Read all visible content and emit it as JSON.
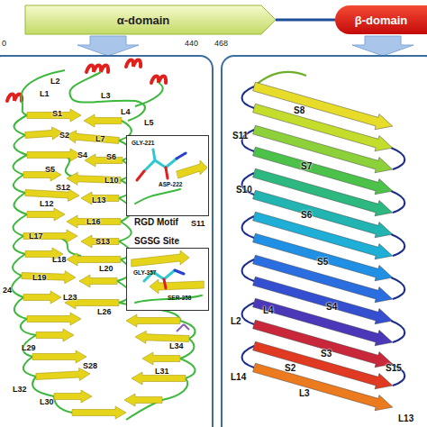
{
  "diagram": {
    "nodes": [
      {
        "text": [
          "α-domain"
        ]
      },
      {
        "text": [
          "β-domain"
        ]
      },
      {
        "text": [
          "RGD Motif"
        ]
      },
      {
        "text": [
          "SGSG Site"
        ]
      }
    ],
    "labels": [
      "0",
      "440",
      "468",
      "L2",
      "L1",
      "L3",
      "S1",
      "L4",
      "S2",
      "L5",
      "L7",
      "S4",
      "S5",
      "S6",
      "L10",
      "S12",
      "L12",
      "L13",
      "L16",
      "S11",
      "L17",
      "S13",
      "L18",
      "L20",
      "L19",
      "24",
      "L23",
      "L26",
      "L29",
      "L34",
      "S28",
      "L31",
      "L32",
      "L30",
      "GLY-221",
      "ASP-222",
      "GLY-357",
      "SER-358",
      "S11",
      "S10",
      "S8",
      "S7",
      "S6",
      "S5",
      "S4",
      "L2",
      "L4",
      "S15",
      "S2",
      "S3",
      "L14",
      "L3",
      "L13"
    ]
  }
}
